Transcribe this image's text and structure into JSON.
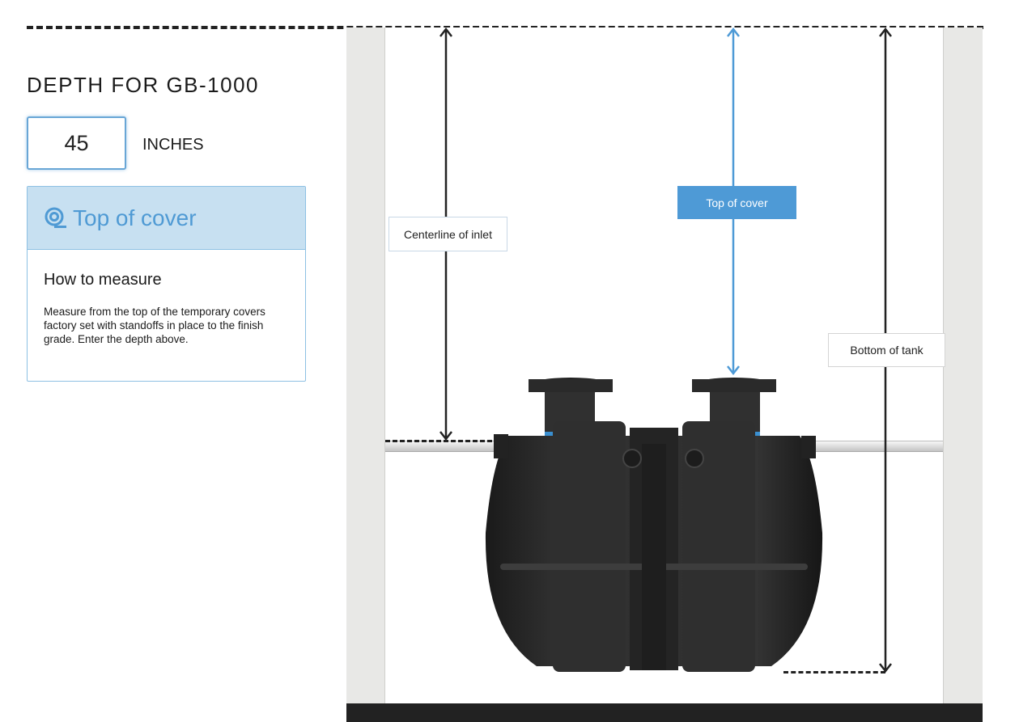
{
  "header": {
    "title": "DEPTH FOR GB-1000"
  },
  "depth": {
    "value": "45",
    "unit": "INCHES"
  },
  "info_card": {
    "icon": "target-icon",
    "title": "Top of cover",
    "subtitle": "How to measure",
    "body": "Measure from the top of the temporary covers factory set with standoffs in place to the finish grade. Enter the depth above."
  },
  "diagram": {
    "labels": {
      "inlet": "Centerline of inlet",
      "cover": "Top of cover",
      "bottom": "Bottom of tank"
    },
    "active_label": "cover"
  },
  "colors": {
    "accent": "#4e9ad6",
    "card_header": "#c7e0f1",
    "card_border": "#8dc0e3",
    "wall": "#e8e8e6",
    "ground": "#222222"
  }
}
